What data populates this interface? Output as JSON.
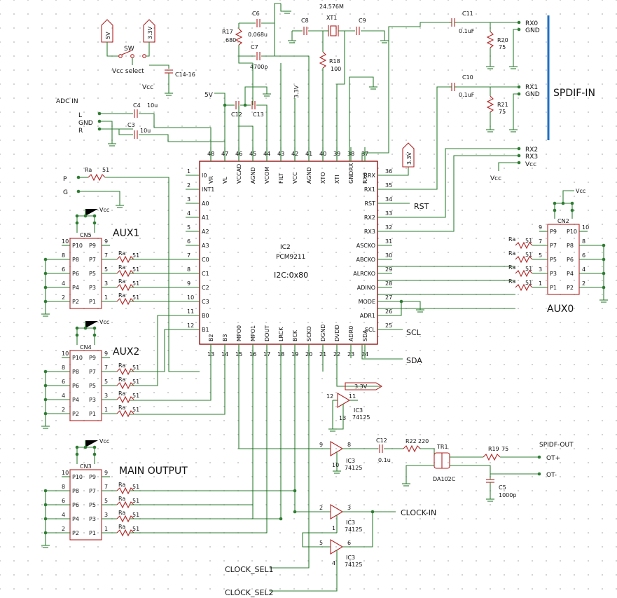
{
  "chip": {
    "ref": "IC2",
    "part": "PCM9211",
    "i2c": "I2C:0x80",
    "left_pins": [
      {
        "num": "1",
        "name": "I0"
      },
      {
        "num": "2",
        "name": "INT1"
      },
      {
        "num": "3",
        "name": "A0"
      },
      {
        "num": "4",
        "name": "A1"
      },
      {
        "num": "5",
        "name": "A2"
      },
      {
        "num": "6",
        "name": "A3"
      },
      {
        "num": "7",
        "name": "C0"
      },
      {
        "num": "8",
        "name": "C1"
      },
      {
        "num": "9",
        "name": "C2"
      },
      {
        "num": "10",
        "name": "C3"
      },
      {
        "num": "11",
        "name": "B0"
      },
      {
        "num": "12",
        "name": "B1"
      }
    ],
    "right_pins": [
      {
        "num": "36",
        "name": "RRX"
      },
      {
        "num": "35",
        "name": "RX1"
      },
      {
        "num": "34",
        "name": "RST"
      },
      {
        "num": "33",
        "name": "RX2"
      },
      {
        "num": "32",
        "name": "RX3"
      },
      {
        "num": "31",
        "name": "ASCKO"
      },
      {
        "num": "30",
        "name": "ABCKO"
      },
      {
        "num": "29",
        "name": "ALRCKO"
      },
      {
        "num": "28",
        "name": "ADINO"
      },
      {
        "num": "27",
        "name": "MODE"
      },
      {
        "num": "26",
        "name": "ADR1"
      },
      {
        "num": "25",
        "name": "SCL"
      }
    ],
    "top_pins": [
      {
        "num": "48",
        "name": "VR"
      },
      {
        "num": "47",
        "name": "VL"
      },
      {
        "num": "46",
        "name": "VCCAD"
      },
      {
        "num": "45",
        "name": "AGND"
      },
      {
        "num": "44",
        "name": "VCOM"
      },
      {
        "num": "43",
        "name": "FILT"
      },
      {
        "num": "42",
        "name": "VCC"
      },
      {
        "num": "41",
        "name": "AGND"
      },
      {
        "num": "40",
        "name": "XTO"
      },
      {
        "num": "39",
        "name": "XTI"
      },
      {
        "num": "38",
        "name": "GNDRX"
      },
      {
        "num": "37",
        "name": "RX0"
      }
    ],
    "bottom_pins": [
      {
        "num": "13",
        "name": "B2"
      },
      {
        "num": "14",
        "name": "B3"
      },
      {
        "num": "15",
        "name": "MPO0"
      },
      {
        "num": "16",
        "name": "MPO1"
      },
      {
        "num": "17",
        "name": "DOUT"
      },
      {
        "num": "18",
        "name": "LRCK"
      },
      {
        "num": "19",
        "name": "BCK"
      },
      {
        "num": "20",
        "name": "SCKO"
      },
      {
        "num": "21",
        "name": "DGND"
      },
      {
        "num": "22",
        "name": "DVDD"
      },
      {
        "num": "23",
        "name": "ADR0"
      },
      {
        "num": "24",
        "name": "SDA"
      }
    ]
  },
  "labels": {
    "spdif_in": "SPDIF-IN",
    "spdif_out": "SPIDF-OUT",
    "aux1": "AUX1",
    "aux2": "AUX2",
    "aux0": "AUX0",
    "main_output": "MAIN OUTPUT",
    "adc_in": "ADC IN",
    "clock_in": "CLOCK-IN",
    "clock_sel1": "CLOCK_SEL1",
    "clock_sel2": "CLOCK_SEL2",
    "rst": "RST",
    "scl": "SCL",
    "sda": "SDA",
    "p": "P",
    "g": "G",
    "l": "L",
    "gnd": "GND",
    "r": "R",
    "v5": "5V",
    "v33": "3.3V",
    "vcc": "Vcc",
    "vcc_select": "Vcc select",
    "sw": "SW",
    "ot_plus": "OT+",
    "ot_minus": "OT-",
    "rx0": "RX0",
    "rx1": "RX1",
    "rx2": "RX2",
    "rx3": "RX3"
  },
  "components": {
    "c6": "C6",
    "c6v": "0.068u",
    "c7": "C7",
    "c7v": "4700p",
    "r17": "R17",
    "r17v": "680",
    "c8": "C8",
    "c9": "C9",
    "xt1": "XT1",
    "xt1v": "24.576M",
    "r18": "R18",
    "r18v": "100",
    "c11": "C11",
    "c11v": "0.1uF",
    "c10": "C10",
    "c10v": "0.1uF",
    "r20": "R20",
    "r20v": "75",
    "r21": "R21",
    "r21v": "75",
    "c12": "C12",
    "c13": "C13",
    "c14": "C14-16",
    "c4": "C4",
    "c4v": "10u",
    "c3": "C3",
    "c3v": "10u",
    "ra": "Ra",
    "ra51": "51",
    "cn5": "CN5",
    "cn4": "CN4",
    "cn3": "CN3",
    "cn2": "CN2",
    "ic3": "IC3",
    "ic3p": "74125",
    "c12b": "C12",
    "c12bv": "0.1u",
    "r22": "R22",
    "r22v": "220",
    "tr1": "TR1",
    "tr1p": "DA102C",
    "r19": "R19",
    "r19v": "75",
    "c5": "C5",
    "c5v": "1000p"
  },
  "connector_pins": {
    "row1": [
      "P10",
      "P9"
    ],
    "row2": [
      "P8",
      "P7"
    ],
    "row3": [
      "P6",
      "P5"
    ],
    "row4": [
      "P4",
      "P3"
    ],
    "row5": [
      "P2",
      "P1"
    ],
    "nums_left": [
      "10",
      "8",
      "6",
      "4",
      "2"
    ],
    "nums_right": [
      "9",
      "7",
      "5",
      "3",
      "1"
    ],
    "cn2_row1": [
      "P9",
      "P10"
    ],
    "cn2_row2": [
      "P7",
      "P8"
    ],
    "cn2_row3": [
      "P5",
      "P6"
    ],
    "cn2_row4": [
      "P3",
      "P4"
    ],
    "cn2_row5": [
      "P1",
      "P2"
    ]
  },
  "buffers": {
    "b1_in": "12",
    "b1_out": "11",
    "b1_oe": "13",
    "b2_in": "9",
    "b2_out": "8",
    "b2_oe": "10",
    "b3_in": "2",
    "b3_out": "3",
    "b3_oe": "1",
    "b4_in": "5",
    "b4_out": "6",
    "b4_oe": "4"
  }
}
